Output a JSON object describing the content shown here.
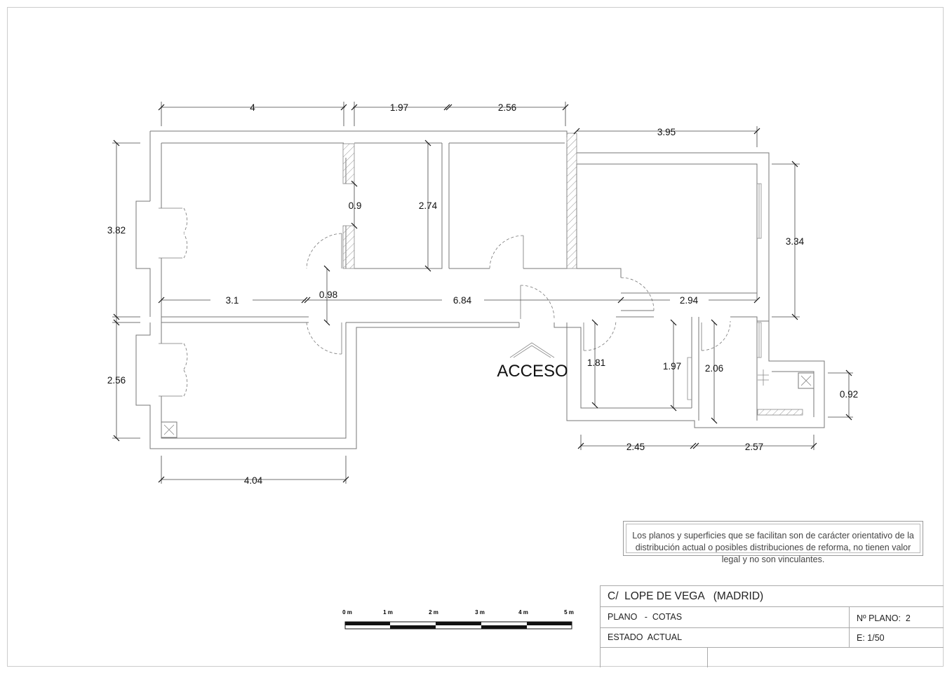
{
  "dimensions": {
    "top_1": "4",
    "top_2": "1.97",
    "top_3": "2.56",
    "top_4": "3.95",
    "left_upper": "3.82",
    "left_lower": "2.56",
    "right_upper": "3.34",
    "right_lower": "0.92",
    "bottom_left": "4.04",
    "bottom_mid": "2.45",
    "bottom_right": "2.57",
    "inner_0_9": "0.9",
    "inner_2_74": "2.74",
    "corridor_3_1": "3.1",
    "corridor_0_98": "0.98",
    "corridor_6_84": "6.84",
    "corridor_2_94": "2.94",
    "bath_1_81": "1.81",
    "bath_1_97": "1.97",
    "bath_2_06": "2.06"
  },
  "access_label": "ACCESO",
  "disclaimer": "Los planos y superficies que se facilitan son de carácter orientativo de la distribución actual o posibles distribuciones de reforma, no tienen valor legal y no son vinculantes.",
  "scale_bar": {
    "labels": [
      "0 m",
      "1 m",
      "2 m",
      "3 m",
      "4 m",
      "5 m"
    ]
  },
  "title_block": {
    "address": "C/  LOPE DE VEGA   (MADRID)",
    "plan_type": "PLANO   -  COTAS",
    "plan_number": "Nº PLANO:  2",
    "state": "ESTADO  ACTUAL",
    "scale": "E: 1/50"
  }
}
